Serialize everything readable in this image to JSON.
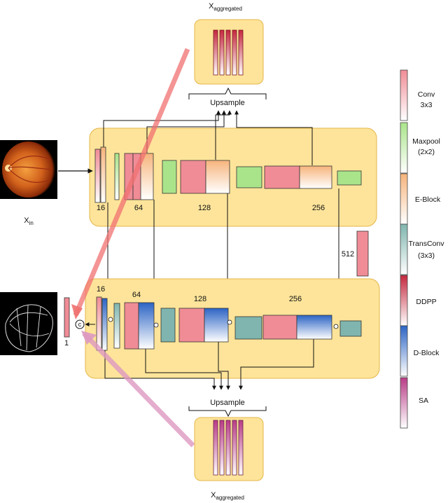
{
  "labels": {
    "x_aggregated": "X",
    "x_aggregated_sub": "aggregated",
    "x_in": "X",
    "x_in_sub": "in",
    "upsample": "Upsample",
    "concat": "c",
    "output_channels": "1"
  },
  "encoder_channels": [
    "16",
    "64",
    "128",
    "256"
  ],
  "decoder_channels": [
    "16",
    "64",
    "128",
    "256"
  ],
  "bottleneck_channels": "512",
  "legend": [
    {
      "line1": "Conv",
      "line2": "3x3",
      "color": "#f08c96"
    },
    {
      "line1": "Maxpool",
      "line2": "(2x2)",
      "color": "#a9e48a"
    },
    {
      "line1": "E-Block",
      "line2": "",
      "color": "#f6b47c"
    },
    {
      "line1": "TransConv",
      "line2": "(3x3)",
      "color": "#7fb5ae"
    },
    {
      "line1": "DDPP",
      "line2": "",
      "color": "#c4283e"
    },
    {
      "line1": "D-Block",
      "line2": "",
      "color": "#2c64c4"
    },
    {
      "line1": "SA",
      "line2": "",
      "color": "#b83c86"
    }
  ],
  "colors": {
    "panel": "#fde49a",
    "panel_stroke": "#e6b64a",
    "conv": "#f08c96",
    "maxpool": "#a9e48a",
    "eblock": "#f6b47c",
    "transconv": "#7fb5ae",
    "ddpp": "#c4283e",
    "dblock": "#2c64c4",
    "sa": "#b83c86"
  }
}
